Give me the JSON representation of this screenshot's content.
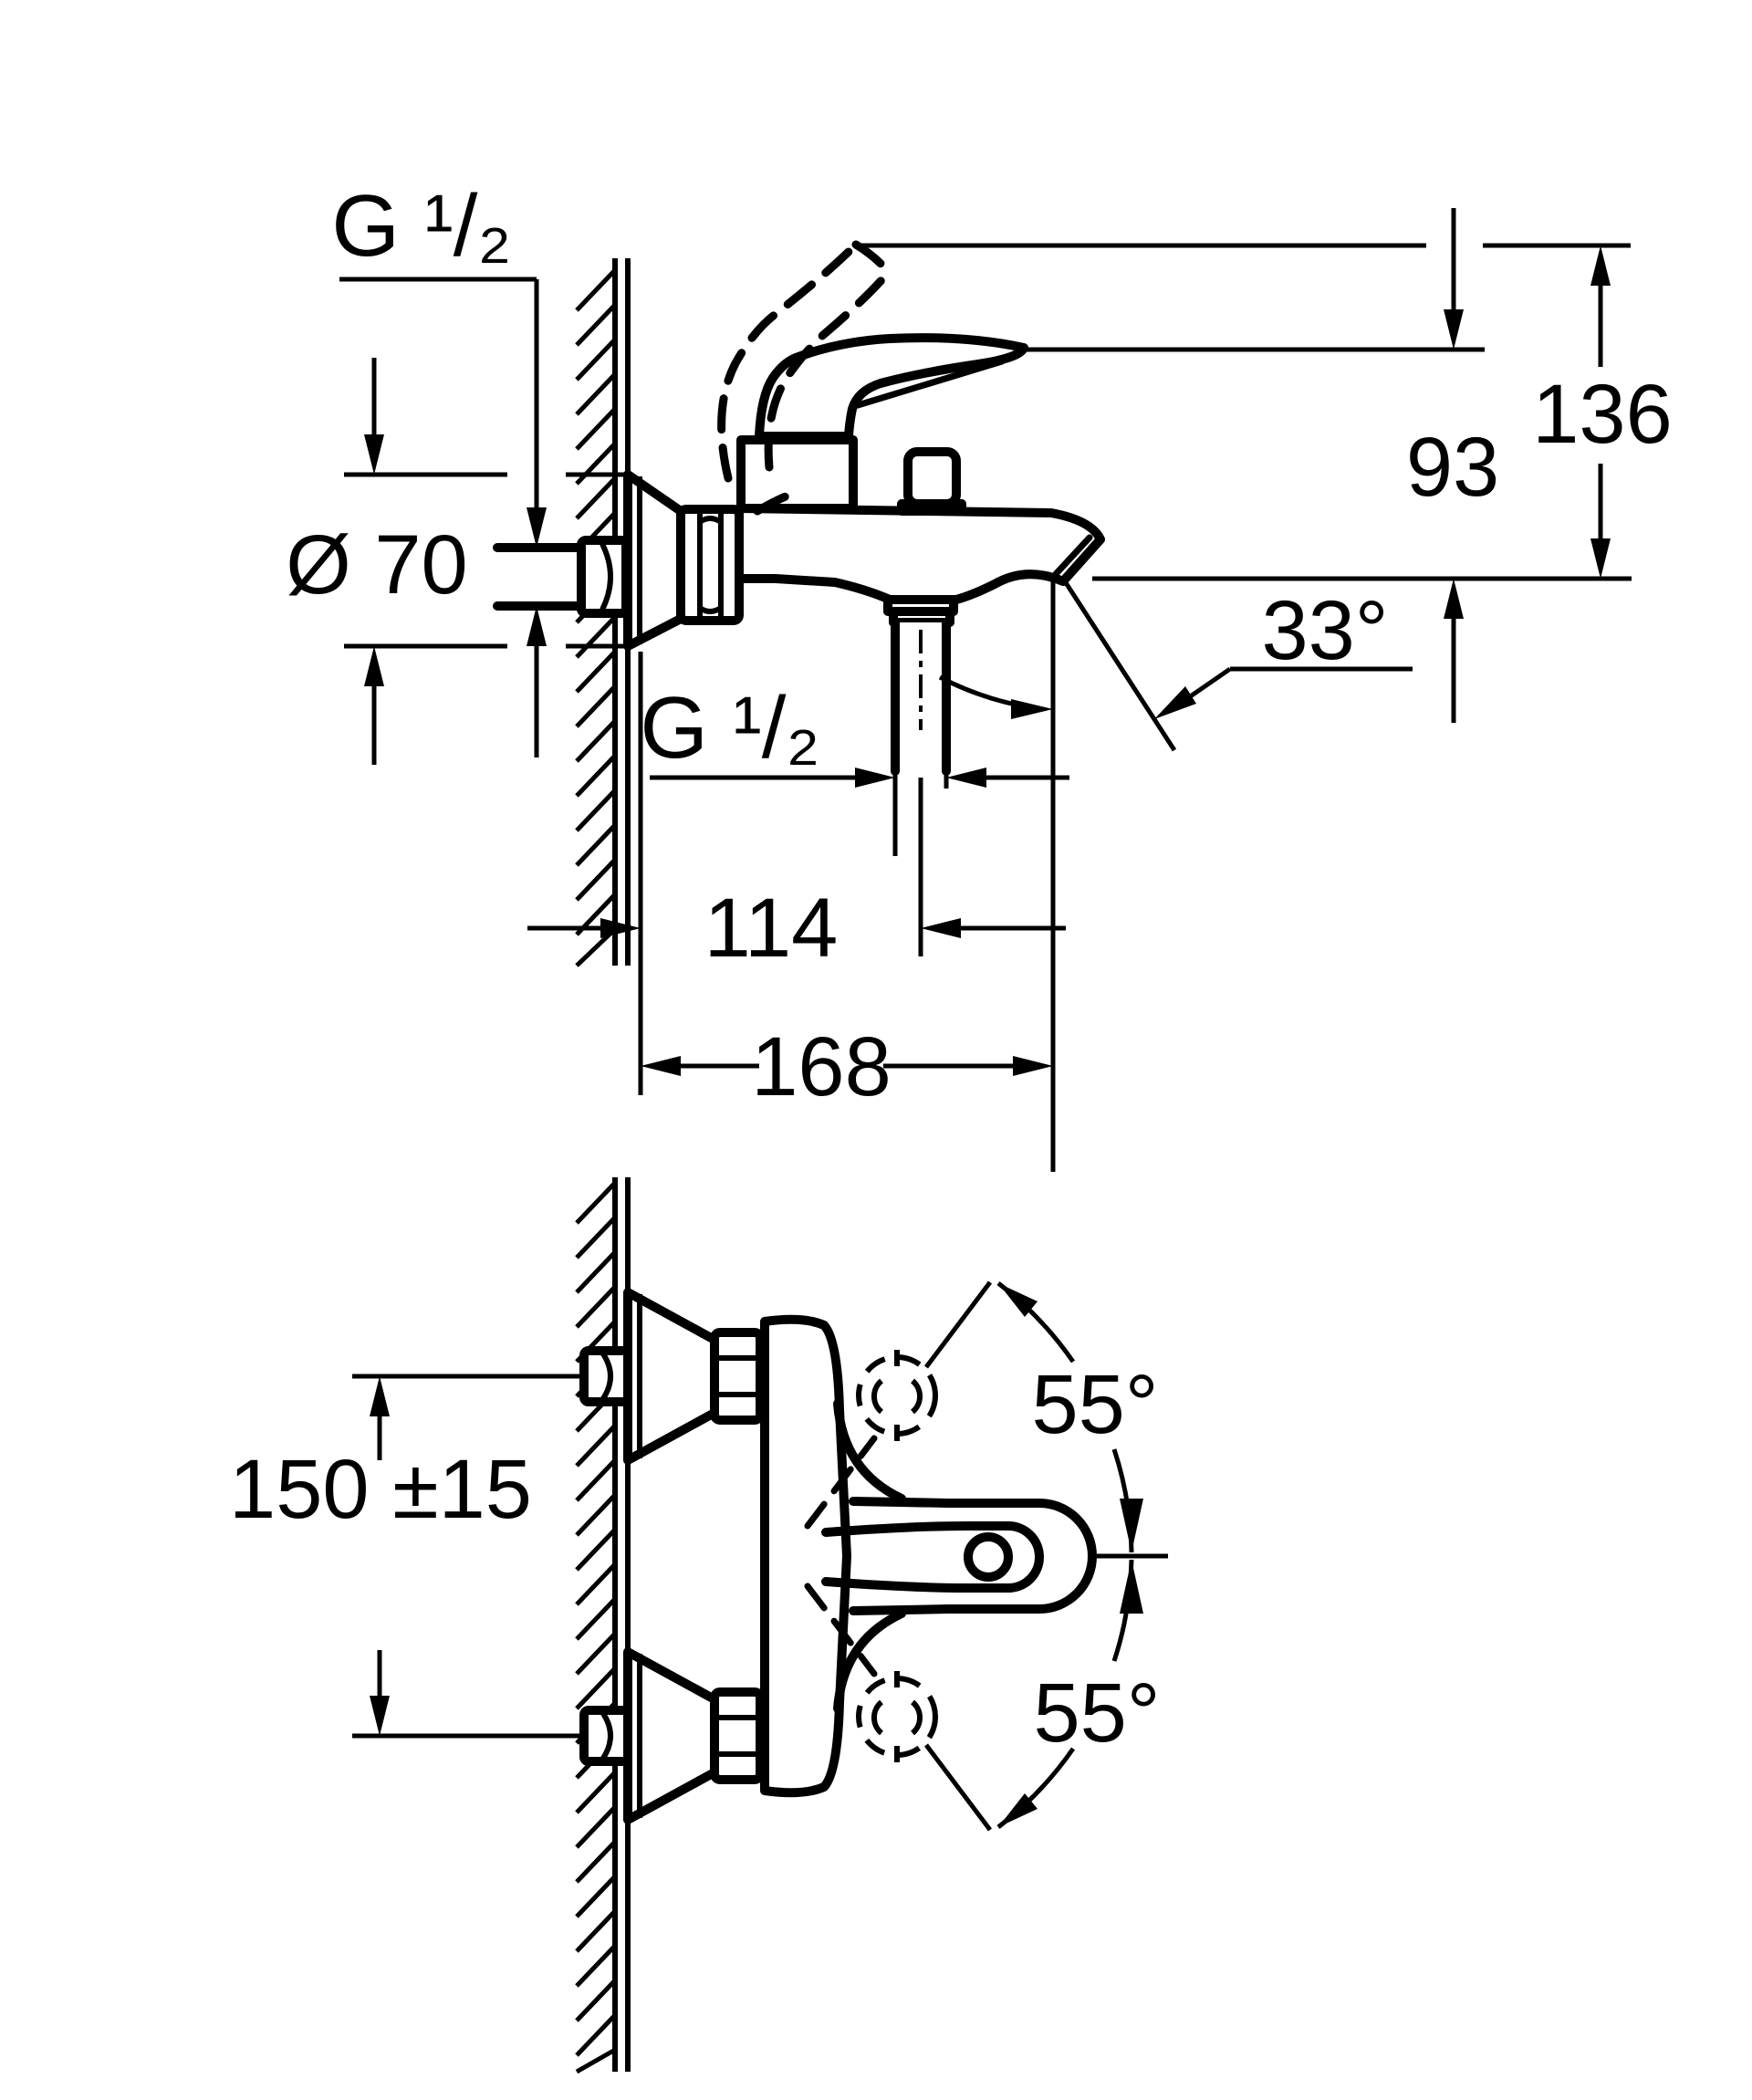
{
  "drawing": {
    "background": "#ffffff",
    "line_color": "#000000",
    "side_view": {
      "thread_top": "G ¹/₂",
      "escutcheon_diameter": "Ø 70",
      "height_to_outlet": "93",
      "max_height": "136",
      "spout_angle": "33°",
      "thread_bottom": "G ¹/₂",
      "wall_to_outlet": "114",
      "projection": "168"
    },
    "plan_view": {
      "connection_spacing": "150 ±15",
      "swivel_up": "55°",
      "swivel_down": "55°"
    }
  }
}
